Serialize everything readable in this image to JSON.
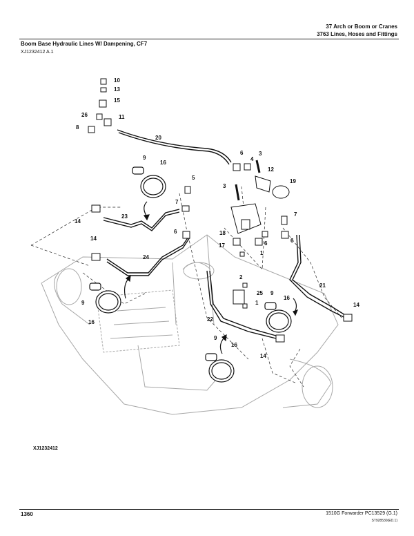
{
  "header": {
    "section_line1": "37 Arch or Boom or Cranes",
    "section_line2": "3763 Lines, Hoses and Fittings"
  },
  "page_title": "Boom Base Hydraulic Lines W/ Dampening, CF7",
  "illustration_ref": "XJ1232412 A.1",
  "figure_ref": "XJ1232412",
  "callouts": [
    "10",
    "13",
    "15",
    "26",
    "11",
    "8",
    "20",
    "9",
    "16",
    "5",
    "3",
    "6",
    "4",
    "12",
    "19",
    "3",
    "7",
    "14",
    "23",
    "6",
    "18",
    "6",
    "7",
    "17",
    "1",
    "6",
    "14",
    "24",
    "2",
    "25",
    "9",
    "1",
    "21",
    "16",
    "9",
    "16",
    "22",
    "14",
    "9",
    "16",
    "14"
  ],
  "footer": {
    "page_number": "1360",
    "model_info": "1510G Forwarder   PC13529   (G.1)",
    "code": "ST928530(ED.1)"
  }
}
